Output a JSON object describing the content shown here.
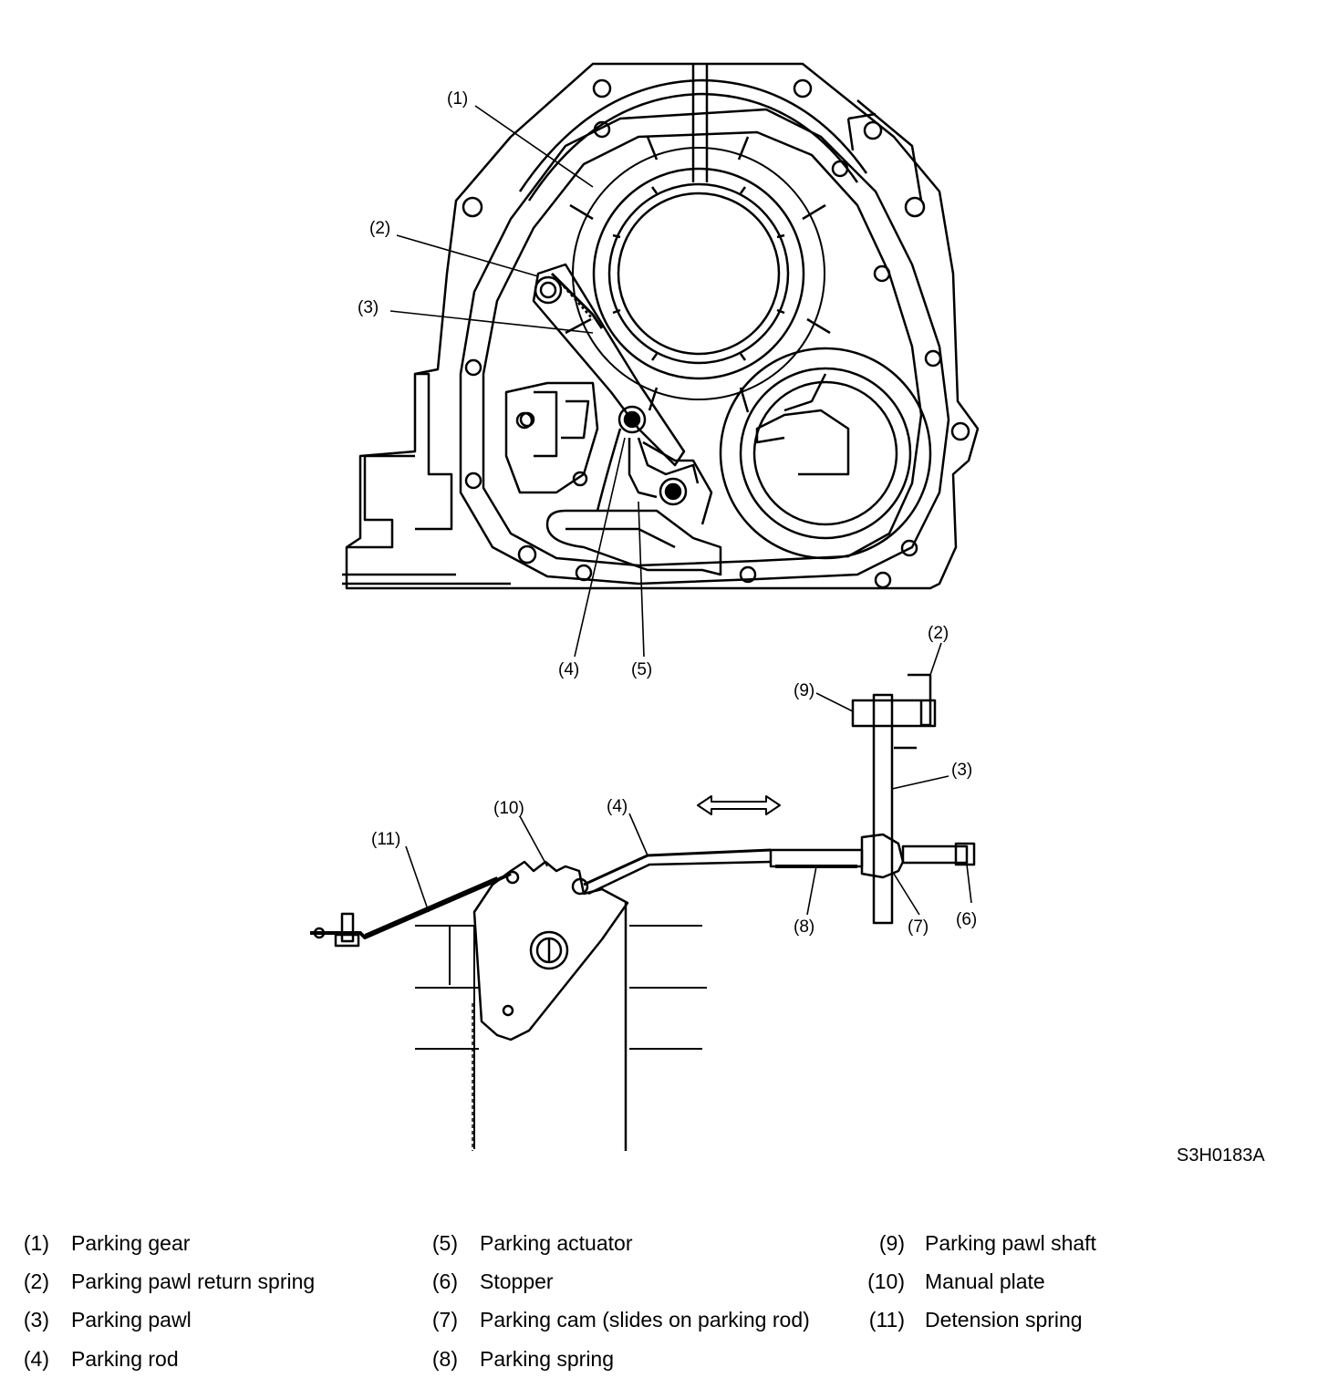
{
  "diagram": {
    "callouts": {
      "c1": "(1)",
      "c2": "(2)",
      "c3": "(3)",
      "c4": "(4)",
      "c5": "(5)",
      "c2b": "(2)",
      "c9": "(9)",
      "c3b": "(3)",
      "c10": "(10)",
      "c4b": "(4)",
      "c11": "(11)",
      "c8": "(8)",
      "c7": "(7)",
      "c6": "(6)"
    },
    "reference_code": "S3H0183A"
  },
  "legend": [
    {
      "num": "(1)",
      "label": "Parking gear"
    },
    {
      "num": "(2)",
      "label": "Parking pawl return spring"
    },
    {
      "num": "(3)",
      "label": "Parking pawl"
    },
    {
      "num": "(4)",
      "label": "Parking rod"
    },
    {
      "num": "(5)",
      "label": "Parking actuator"
    },
    {
      "num": "(6)",
      "label": "Stopper"
    },
    {
      "num": "(7)",
      "label": "Parking cam (slides on parking rod)"
    },
    {
      "num": "(8)",
      "label": "Parking spring"
    },
    {
      "num": "(9)",
      "label": "Parking pawl shaft"
    },
    {
      "num": "(10)",
      "label": "Manual plate"
    },
    {
      "num": "(11)",
      "label": "Detension spring"
    }
  ]
}
